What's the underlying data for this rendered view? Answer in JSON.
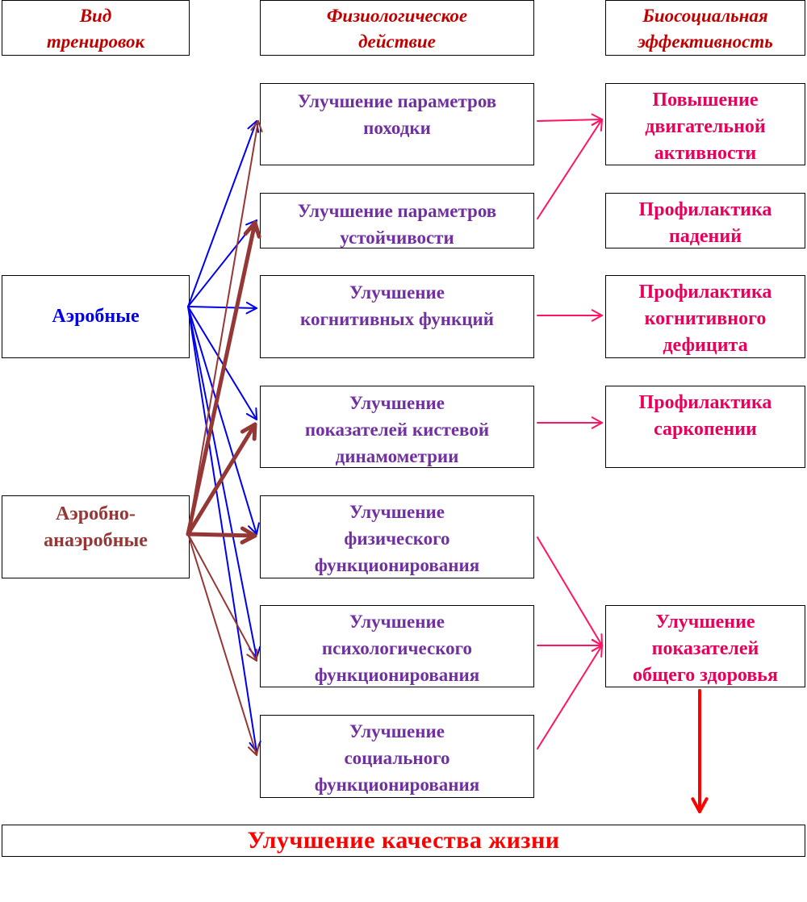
{
  "headers": {
    "training_type": "Вид\nтренировок",
    "physiological_effect": "Физиологическое\nдействие",
    "biosocial_efficiency": "Биосоциальная\nэффективность"
  },
  "training_types": {
    "aerobic": "Аэробные",
    "aerobic_anaerobic": "Аэробно-\nанаэробные"
  },
  "effects": [
    "Улучшение параметров\nпоходки",
    "Улучшение параметров\nустойчивости",
    "Улучшение\nкогнитивных функций",
    "Улучшение\nпоказателей кистевой\nдинамометрии",
    "Улучшение\nфизического\nфункционирования",
    "Улучшение\nпсихологического\nфункционирования",
    "Улучшение\nсоциального\nфункционирования"
  ],
  "outcomes": [
    "Повышение\nдвигательной\nактивности",
    "Профилактика\nпадений",
    "Профилактика\nкогнитивного\nдефицита",
    "Профилактика\nсаркопении",
    "Улучшение\nпоказателей\nобщего здоровья"
  ],
  "final_outcome": "Улучшение качества жизни",
  "links": {
    "aerobic_to_effects": [
      0,
      1,
      2,
      3,
      4,
      5,
      6
    ],
    "aerobic_anaerobic_to_effects_strong": [
      1,
      3,
      4
    ],
    "aerobic_anaerobic_to_effects_weak": [
      0,
      5,
      6
    ],
    "effects_to_outcomes": [
      [
        0,
        0
      ],
      [
        1,
        0
      ],
      [
        2,
        2
      ],
      [
        3,
        3
      ],
      [
        4,
        4
      ],
      [
        5,
        4
      ],
      [
        6,
        4
      ]
    ],
    "outcome_to_final": 4
  },
  "colors": {
    "header_text": "#c00000",
    "effect_text": "#7030a0",
    "outcome_text": "#e8005a",
    "aerobic": "#0000ee",
    "aerobic_anaerobic": "#953735",
    "outcome_arrow": "#ff1463",
    "final": "#ff0000"
  }
}
